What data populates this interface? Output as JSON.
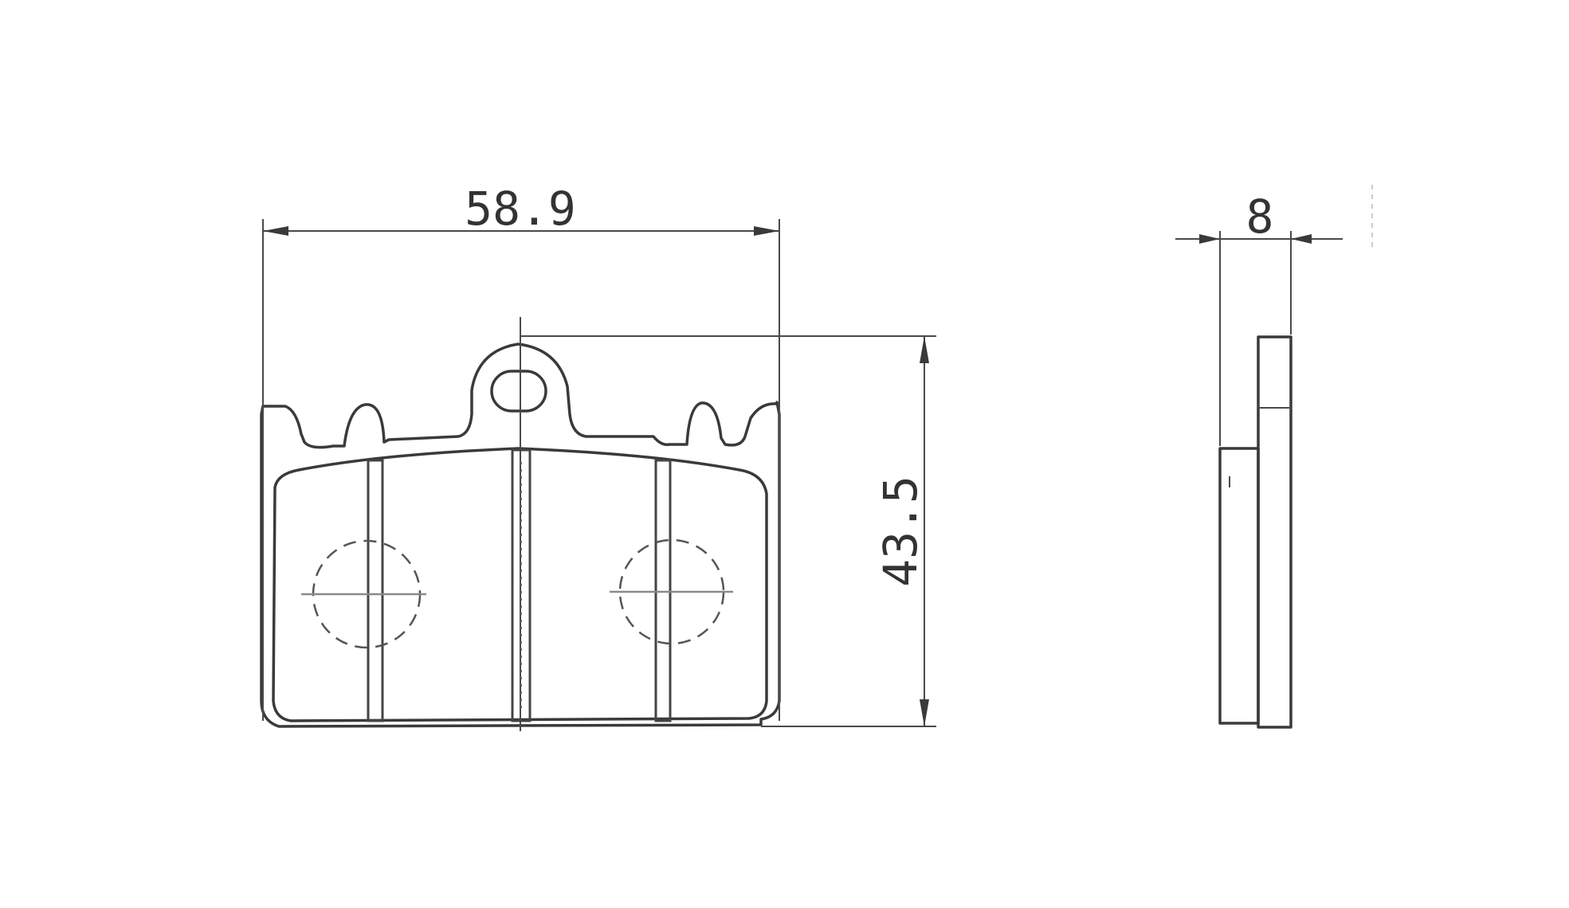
{
  "dimensions": {
    "width": "58.9",
    "height": "43.5",
    "thickness": "8"
  },
  "colors": {
    "line": "#3a3a3a",
    "background": "#ffffff"
  }
}
